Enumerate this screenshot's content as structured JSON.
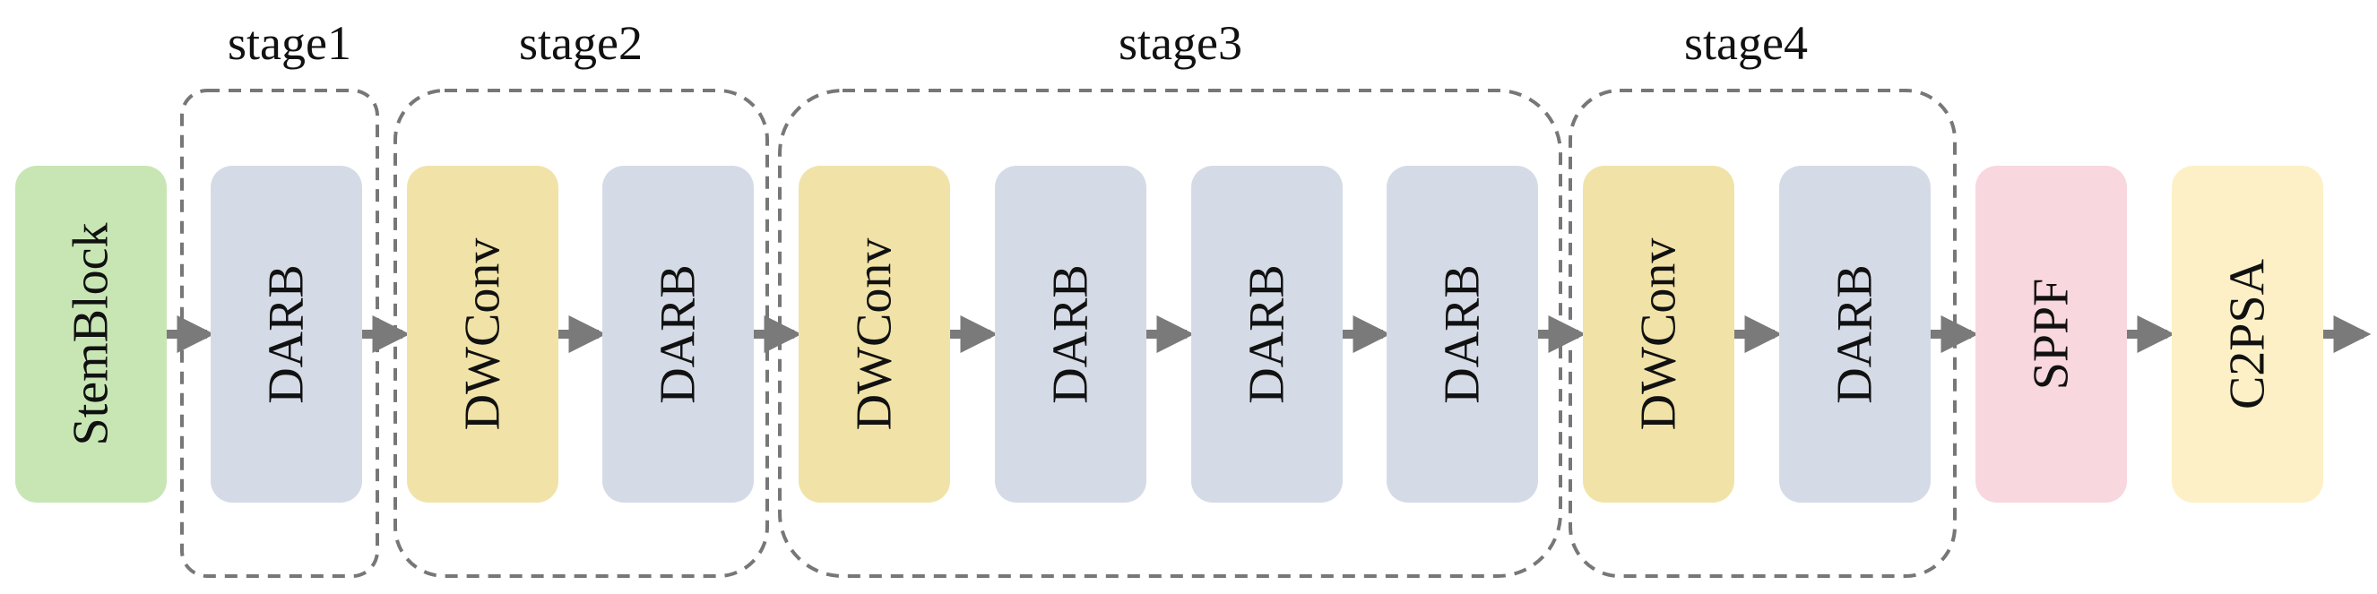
{
  "stages": [
    {
      "id": "stage1",
      "label": "stage1"
    },
    {
      "id": "stage2",
      "label": "stage2"
    },
    {
      "id": "stage3",
      "label": "stage3"
    },
    {
      "id": "stage4",
      "label": "stage4"
    }
  ],
  "blocks": [
    {
      "id": "stemblock",
      "label": "StemBlock",
      "color": "#c8e6b4"
    },
    {
      "id": "darb-1",
      "label": "DARB",
      "color": "#d5dbe6"
    },
    {
      "id": "dwconv-1",
      "label": "DWConv",
      "color": "#f1e3a8"
    },
    {
      "id": "darb-2",
      "label": "DARB",
      "color": "#d5dbe6"
    },
    {
      "id": "dwconv-2",
      "label": "DWConv",
      "color": "#f1e3a8"
    },
    {
      "id": "darb-3",
      "label": "DARB",
      "color": "#d5dbe6"
    },
    {
      "id": "darb-4",
      "label": "DARB",
      "color": "#d5dbe6"
    },
    {
      "id": "darb-5",
      "label": "DARB",
      "color": "#d5dbe6"
    },
    {
      "id": "dwconv-3",
      "label": "DWConv",
      "color": "#f1e3a8"
    },
    {
      "id": "darb-6",
      "label": "DARB",
      "color": "#d5dbe6"
    },
    {
      "id": "sppf",
      "label": "SPPF",
      "color": "#f8d7de"
    },
    {
      "id": "c2psa",
      "label": "C2PSA",
      "color": "#fdf0c6"
    }
  ],
  "colors": {
    "arrow": "#7a7a7a",
    "stage_border": "#777777"
  }
}
